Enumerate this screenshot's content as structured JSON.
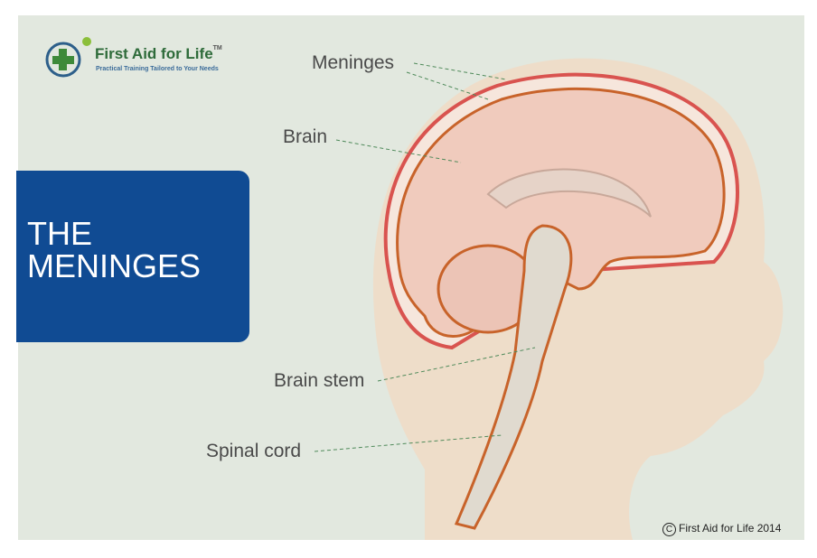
{
  "logo": {
    "name": "First Aid for Life",
    "tm": "TM",
    "tagline": "Practical Training Tailored to Your Needs"
  },
  "title": {
    "line1": "THE",
    "line2": "MENINGES"
  },
  "labels": {
    "meninges": "Meninges",
    "brain": "Brain",
    "brain_stem": "Brain stem",
    "spinal_cord": "Spinal cord"
  },
  "copyright": {
    "symbol": "C",
    "text": "First Aid for Life 2014"
  },
  "colors": {
    "background": "#e2e8df",
    "title_box": "#104b93",
    "outline": "#c8632a",
    "meninges": "#d9534f",
    "brain": "#f0cbbd",
    "skin": "#f2dcc3"
  }
}
